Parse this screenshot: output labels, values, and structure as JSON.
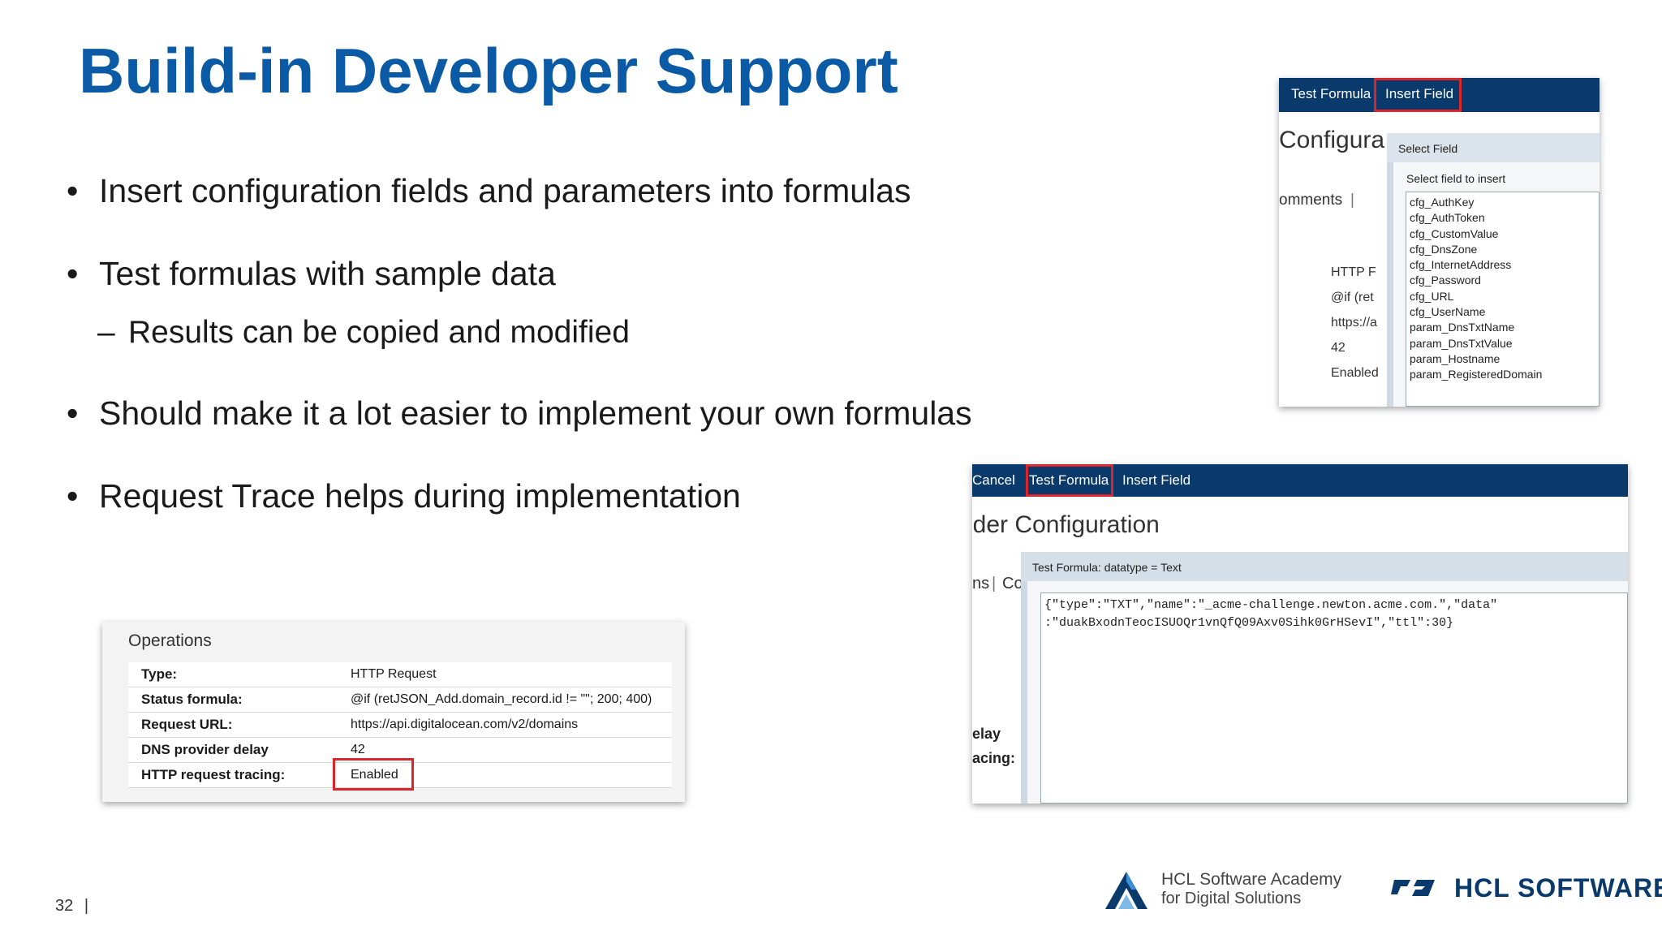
{
  "slide": {
    "title": "Build-in Developer Support",
    "bullets": [
      "Insert configuration fields and parameters into formulas",
      "Test formulas with sample data",
      "Should make it a lot easier to implement your own formulas",
      "Request Trace helps during implementation"
    ],
    "sub_bullet": "Results can be copied and modified",
    "bullet_glyph": "•",
    "sub_glyph": "–",
    "page_number": "32",
    "page_sep": "|"
  },
  "insert_field_shot": {
    "tabs": [
      "Test Formula",
      "Insert Field"
    ],
    "bg_title": "Configura",
    "bg_tab": "omments",
    "bg_rows": [
      "HTTP F",
      "@if (ret",
      "https://a",
      "42",
      "Enabled"
    ],
    "dialog_title": "Select  Field",
    "dialog_label": "Select field to insert",
    "fields": [
      "cfg_AuthKey",
      "cfg_AuthToken",
      "cfg_CustomValue",
      "cfg_DnsZone",
      "cfg_InternetAddress",
      "cfg_Password",
      "cfg_URL",
      "cfg_UserName",
      "param_DnsTxtName",
      "param_DnsTxtValue",
      "param_Hostname",
      "param_RegisteredDomain"
    ]
  },
  "test_formula_shot": {
    "tabs": [
      "Cancel",
      "Test Formula",
      "Insert Field"
    ],
    "bg_title": "ider Configuration",
    "bg_tab1": "ns",
    "bg_tab2": "Co",
    "bg_label1": "elay",
    "bg_label2": "acing:",
    "dialog_title": "Test Formula: datatype = Text",
    "result_line1": "{\"type\":\"TXT\",\"name\":\"_acme-challenge.newton.acme.com.\",\"data\"",
    "result_line2": ":\"duakBxodnTeocISUOQr1vnQfQ09Axv0Sihk0GrHSevI\",\"ttl\":30}"
  },
  "operations": {
    "title": "Operations",
    "rows": [
      {
        "key": "Type:",
        "value": "HTTP Request"
      },
      {
        "key": "Status formula:",
        "value": "@if (retJSON_Add.domain_record.id != \"\"; 200; 400)"
      },
      {
        "key": "Request URL:",
        "value": "https://api.digitalocean.com/v2/domains"
      },
      {
        "key": "DNS provider delay",
        "value": "42"
      },
      {
        "key": "HTTP request tracing:",
        "value": "Enabled"
      }
    ]
  },
  "footer": {
    "academy_line1": "HCL Software Academy",
    "academy_line2": "for Digital Solutions",
    "brand": "HCL SOFTWARE"
  },
  "colors": {
    "title_blue": "#0b5aa5",
    "toolbar_navy": "#0a3a6b",
    "highlight_red": "#d9262b",
    "pane_gray": "#cdd9e4"
  }
}
